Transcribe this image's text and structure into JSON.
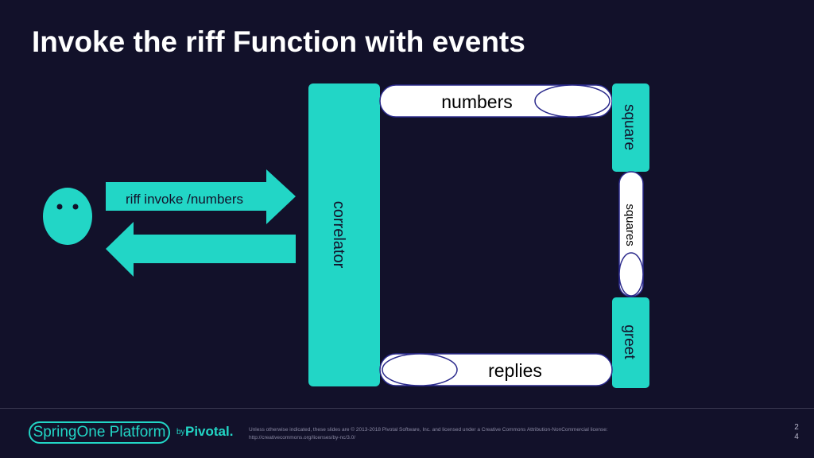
{
  "slide": {
    "title": "Invoke the riff Function with events"
  },
  "diagram": {
    "request_label": "riff invoke /numbers",
    "correlator_label": "correlator",
    "numbers_topic": "numbers",
    "square_function": "square",
    "squares_topic": "squares",
    "greet_function": "greet",
    "replies_topic": "replies"
  },
  "colors": {
    "background": "#12112a",
    "teal": "#22d6c6",
    "topic_fill": "#ffffff",
    "topic_stroke": "#2b2a8c",
    "text_dark": "#12112a"
  },
  "footer": {
    "logo_text": "SpringOne Platform",
    "by_text": "by",
    "pivotal_text": "Pivotal.",
    "license_text": "Unless otherwise indicated, these slides are © 2013-2018 Pivotal Software, Inc. and licensed under a Creative Commons Attribution-NonCommercial license: http://creativecommons.org/licenses/by-nc/3.0/",
    "page_number": "2 4"
  }
}
